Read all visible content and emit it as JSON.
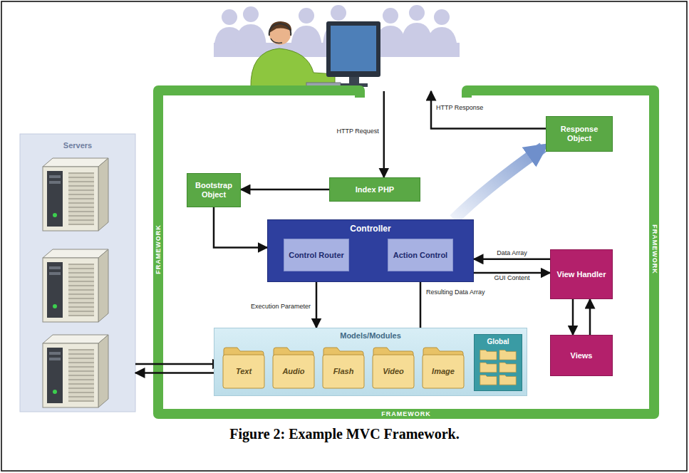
{
  "diagram": {
    "caption": "Figure 2: Example MVC Framework.",
    "nodes": [
      {
        "text": [
          "Servers"
        ]
      },
      {
        "text": [
          "Bootstrap Object"
        ]
      },
      {
        "text": [
          "Index PHP"
        ]
      },
      {
        "text": [
          "Response Object"
        ]
      },
      {
        "text": [
          "Controller"
        ]
      },
      {
        "text": [
          "Control Router"
        ],
        "in": 4
      },
      {
        "text": [
          "Action Control"
        ],
        "in": 4
      },
      {
        "text": [
          "View Handler"
        ]
      },
      {
        "text": [
          "Models/Modules"
        ]
      },
      {
        "text": [
          "Text"
        ],
        "in": 8
      },
      {
        "text": [
          "Audio"
        ],
        "in": 8
      },
      {
        "text": [
          "Flash"
        ],
        "in": 8
      },
      {
        "text": [
          "Video"
        ],
        "in": 8
      },
      {
        "text": [
          "Image"
        ],
        "in": 8
      },
      {
        "text": [
          "Global"
        ],
        "in": 8
      },
      {
        "text": [
          "Views"
        ]
      }
    ],
    "edges": [
      {
        "from": 2,
        "to": 1,
        "arrow": "to"
      },
      {
        "from": 1,
        "to": 4,
        "arrow": "to"
      },
      {
        "from": 4,
        "to": 3,
        "arrow": "to"
      },
      {
        "from": 5,
        "to": 8,
        "label": "Execution Parameter",
        "arrow": "to"
      },
      {
        "from": 8,
        "to": 6,
        "label": "Resulting Data Array",
        "arrow": "to"
      },
      {
        "from": 7,
        "to": 4,
        "label": "Data Array",
        "arrow": "to"
      },
      {
        "from": 4,
        "to": 7,
        "label": "GUI Content",
        "arrow": "to"
      },
      {
        "from": 7,
        "to": 15,
        "arrow": "to"
      },
      {
        "from": 15,
        "to": 7,
        "arrow": "to"
      },
      {
        "from": 0,
        "to": 9,
        "arrow": "to"
      },
      {
        "from": 9,
        "to": 0,
        "arrow": "to"
      }
    ],
    "labels": [
      "HTTP Request",
      "HTTP Response",
      "FRAMEWORK",
      "FRAMEWORK",
      "FRAMEWORK"
    ]
  }
}
